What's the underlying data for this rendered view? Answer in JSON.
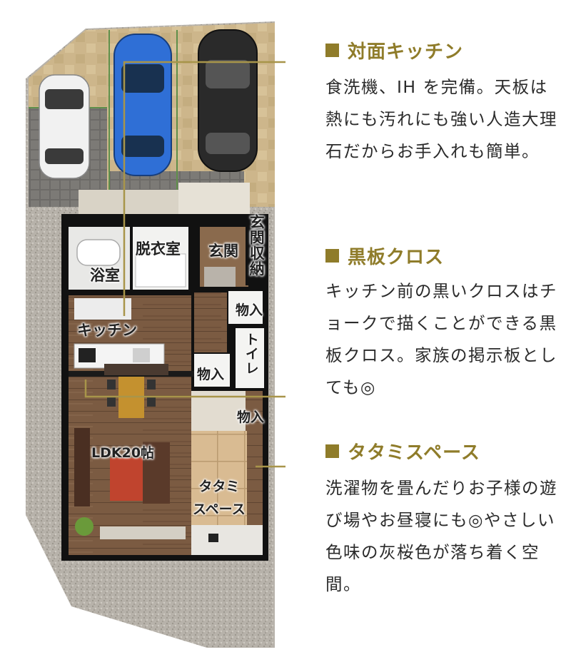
{
  "features": [
    {
      "title": "対面キッチン",
      "desc": "食洗機、IH を完備。天板は熱にも汚れにも強い人造大理石だからお手入れも簡単。"
    },
    {
      "title": "黒板クロス",
      "desc": "キッチン前の黒いクロスはチョークで描くことができる黒板クロス。家族の掲示板としても◎"
    },
    {
      "title": "タタミスペース",
      "desc": "洗濯物を畳んだりお子様の遊び場やお昼寝にも◎やさしい色味の灰桜色が落ち着く空間。"
    }
  ],
  "rooms": {
    "bath": "浴室",
    "dressing": "脱衣室",
    "entrance": "玄関",
    "entrance_storage": "玄関収納",
    "storage1": "物入",
    "toilet": "トイレ",
    "kitchen": "キッチン",
    "storage2": "物入",
    "storage3": "物入",
    "ldk": "LDK20帖",
    "tatami": "タタミ\nスペース"
  },
  "colors": {
    "accent": "#8f7c2a",
    "leader": "#a8954a",
    "wood_floor": "#7a5a40",
    "tatami": "#d8b98f",
    "gravel": "#b5b0a8",
    "paving": "#c9b48c",
    "wall": "#111111"
  }
}
